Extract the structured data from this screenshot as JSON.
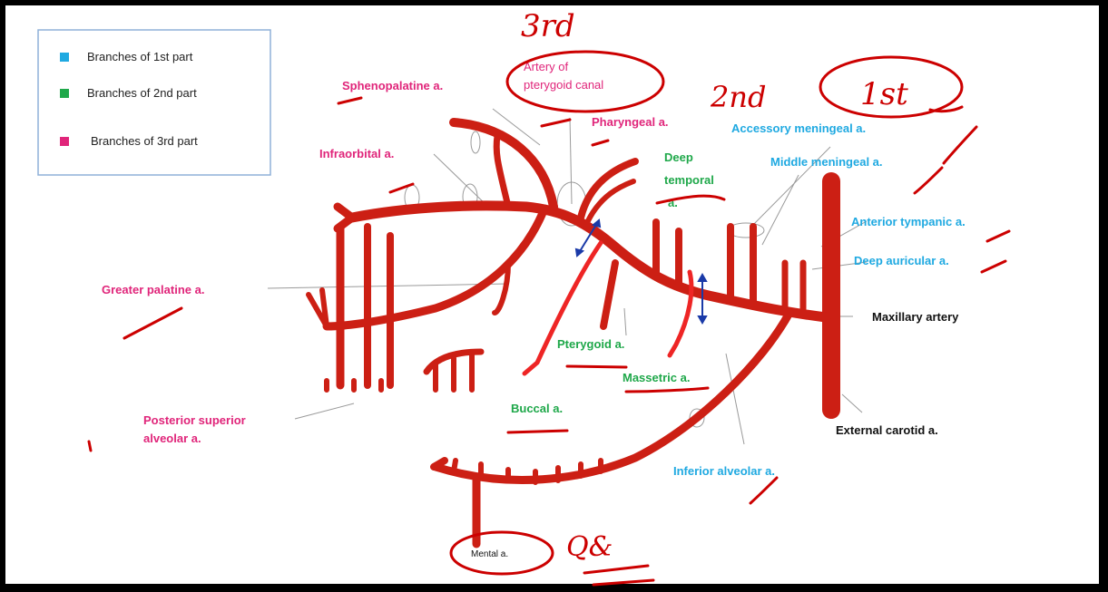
{
  "legend": {
    "items": [
      {
        "label": "Branches of 1st part",
        "color": "#1fa9e1"
      },
      {
        "label": "Branches of 2nd  part",
        "color": "#1fa84a"
      },
      {
        "label": "Branches of 3rd part",
        "color": "#e0257a"
      }
    ]
  },
  "labels": {
    "sphenopalatine": "Sphenopalatine a.",
    "artery_pterygoid_1": "Artery of",
    "artery_pterygoid_2": "pterygoid canal",
    "pharyngeal": "Pharyngeal a.",
    "accessory_meningeal": "Accessory meningeal a.",
    "infraorbital": "Infraorbital a.",
    "deep_temporal_1": "Deep",
    "deep_temporal_2": "temporal",
    "deep_temporal_3": "a.",
    "middle_meningeal": "Middle meningeal a.",
    "anterior_tympanic": "Anterior tympanic a.",
    "deep_auricular": "Deep auricular a.",
    "greater_palatine": "Greater palatine a.",
    "maxillary": "Maxillary artery",
    "pterygoid": "Pterygoid a.",
    "masseteric": "Massetric a.",
    "buccal": "Buccal a.",
    "external_carotid": "External carotid a.",
    "posterior_superior_1": "Posterior superior",
    "posterior_superior_2": "alveolar a.",
    "inferior_alveolar": "Inferior alveolar a.",
    "mental": "Mental a."
  },
  "handwriting": {
    "third": "3rd",
    "second": "2nd",
    "first": "1st",
    "qa": "Q&"
  },
  "colors": {
    "artery": "#cc1f14",
    "bright_artery": "#ee2525",
    "ink": "#cc0000",
    "arrow": "#1a3aa8"
  }
}
